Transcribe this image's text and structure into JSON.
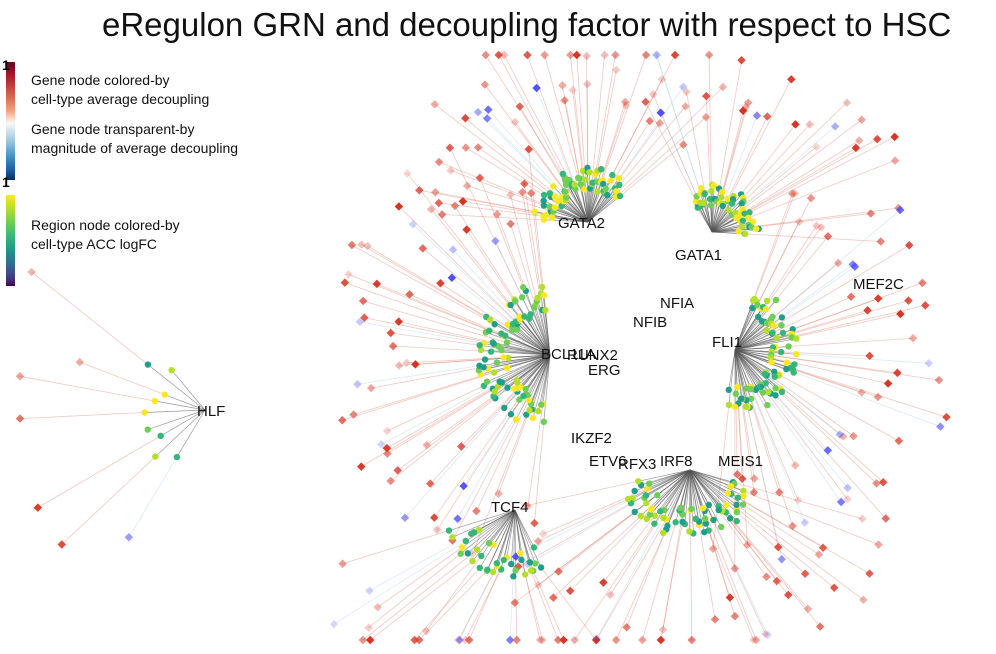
{
  "title": "eRegulon GRN and decoupling factor with respect to HSC",
  "legend": {
    "decoupling_colorbar": {
      "tick_top": "1",
      "tick_bottom": "1",
      "label_colored": "Gene node colored-by\ncell-type average decoupling",
      "label_transparent": "Gene node transparent-by\nmagnitude of average decoupling",
      "colors": [
        "#67001f",
        "#d6604d",
        "#f7f7f7",
        "#4393c3",
        "#053061"
      ]
    },
    "acc_colorbar": {
      "label": "Region node colored-by\ncell-type ACC logFC",
      "colors": [
        "#fde725",
        "#35b779",
        "#26828e",
        "#440154"
      ]
    }
  },
  "network": {
    "tf_labels": [
      "GATA2",
      "GATA1",
      "MEF2C",
      "NFIA",
      "NFIB",
      "FLI1",
      "BCL11A",
      "RUNX2",
      "ERG",
      "HLF",
      "IKZF2",
      "ETV6",
      "RFX3",
      "IRF8",
      "MEIS1",
      "TCF4"
    ],
    "edge_colors": {
      "tf_region": "#555555",
      "region_gene_up": "#d6604d",
      "region_gene_down": "#92c5de"
    },
    "node_colors": {
      "gene_up": "#d7301f",
      "gene_down": "#4d4dff",
      "region_palette": [
        "#fde725",
        "#b5de2b",
        "#6ece58",
        "#35b779",
        "#1f9e89"
      ]
    }
  }
}
